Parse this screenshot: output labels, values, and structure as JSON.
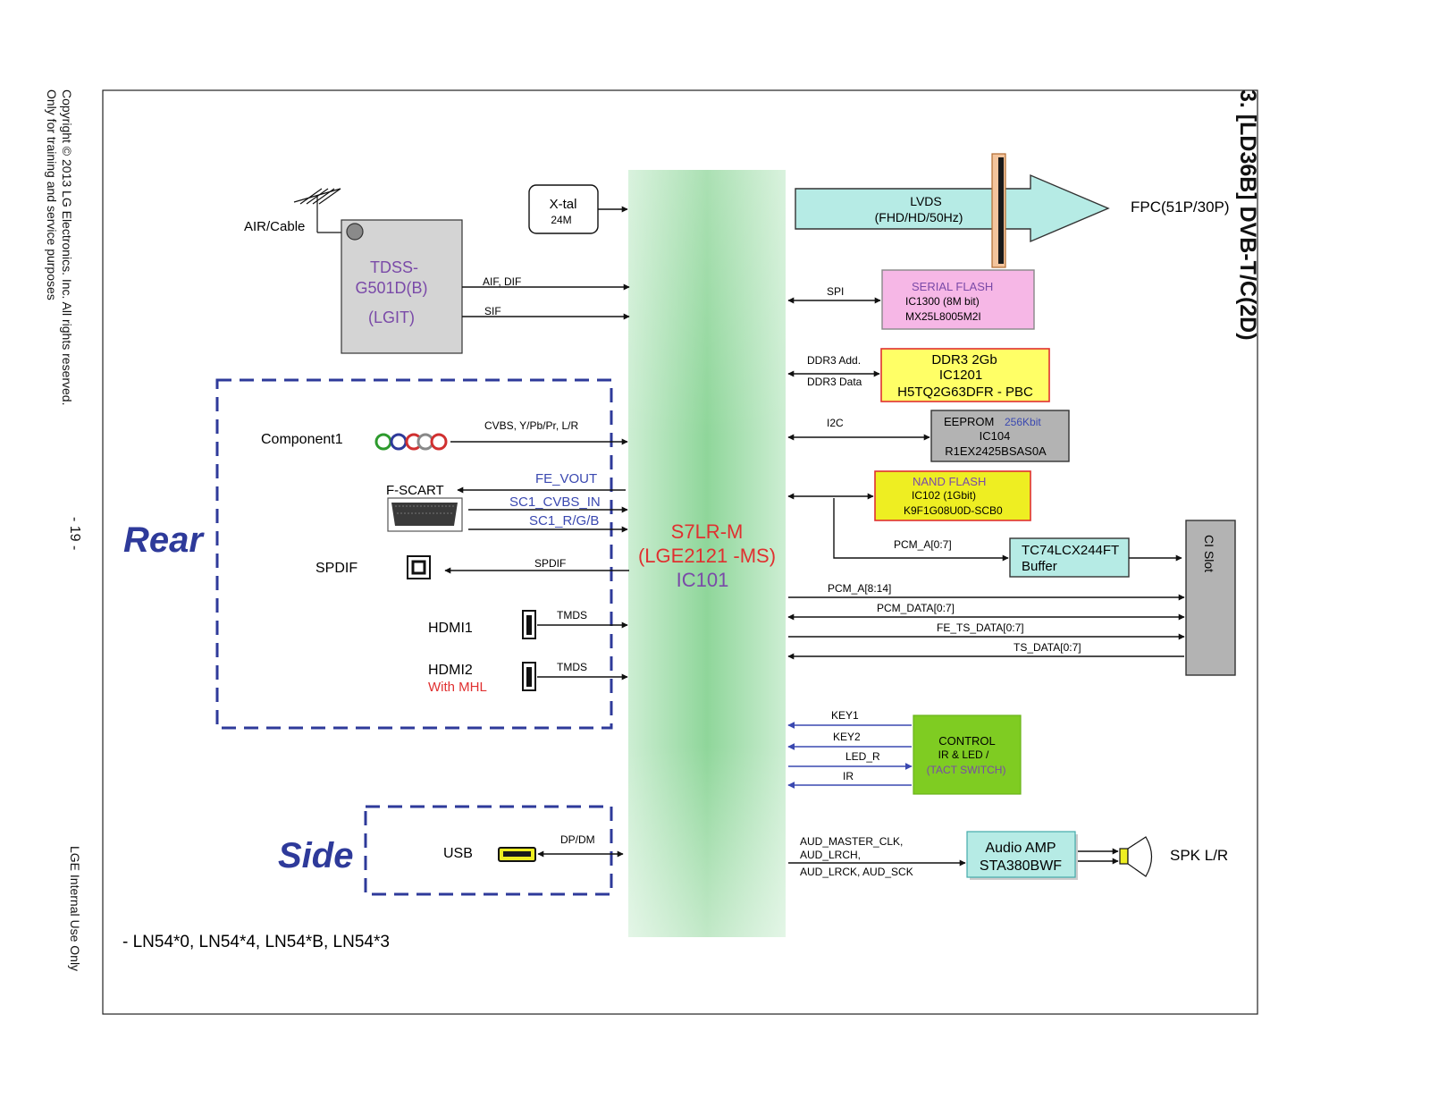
{
  "page": {
    "title": "3. [LD36B] DVB-T/C(2D)",
    "copyright_line1": "Copyright © 2013  LG Electronics. Inc. All rights reserved.",
    "copyright_line2": "Only for training and service purposes",
    "page_number": "- 19 -",
    "internal_use": "LGE Internal Use Only",
    "models_note": "- LN54*0, LN54*4, LN54*B, LN54*3"
  },
  "groups": {
    "rear": "Rear",
    "side": "Side"
  },
  "main_soc": {
    "line1": "S7LR-M",
    "line2": "(LGE2121 -MS)",
    "line3": "IC101"
  },
  "tuner": {
    "antenna_label": "AIR/Cable",
    "line1": "TDSS-",
    "line2": "G501D(B)",
    "line3": "(LGIT)",
    "sig_aif": "AIF, DIF",
    "sig_sif": "SIF"
  },
  "xtal": {
    "line1": "X-tal",
    "line2": "24M"
  },
  "lvds": {
    "line1": "LVDS",
    "line2": "(FHD/HD/50Hz)",
    "target": "FPC(51P/30P)"
  },
  "serial_flash": {
    "bus": "SPI",
    "title": "SERIAL FLASH",
    "line2": "IC1300 (8M bit)",
    "line3": "MX25L8005M2I"
  },
  "ddr": {
    "bus1": "DDR3 Add.",
    "bus2": "DDR3 Data",
    "line1": "DDR3 2Gb",
    "line2": "IC1201",
    "line3": "H5TQ2G63DFR - PBC"
  },
  "eeprom": {
    "bus": "I2C",
    "title": "EEPROM",
    "size": "256Kbit",
    "line2": "IC104",
    "line3": "R1EX2425BSAS0A"
  },
  "nand": {
    "title": "NAND  FLASH",
    "line2": "IC102 (1Gbit)",
    "line3": "K9F1G08U0D-SCB0"
  },
  "buffer": {
    "bus": "PCM_A[0:7]",
    "line1": "TC74LCX244FT",
    "line2": "Buffer"
  },
  "ci_slot": {
    "label": "CI Slot",
    "bus1": "PCM_A[8:14]",
    "bus2": "PCM_DATA[0:7]",
    "bus3": "FE_TS_DATA[0:7]",
    "bus4": "TS_DATA[0:7]"
  },
  "rear_inputs": {
    "component_label": "Component1",
    "component_sig": "CVBS,  Y/Pb/Pr,  L/R",
    "scart_label": "F-SCART",
    "scart_sig1": "FE_VOUT",
    "scart_sig2": "SC1_CVBS_IN",
    "scart_sig3": "SC1_R/G/B",
    "spdif_label": "SPDIF",
    "spdif_sig": "SPDIF",
    "hdmi1_label": "HDMI1",
    "hdmi1_sig": "TMDS",
    "hdmi2_label": "HDMI2",
    "hdmi2_sub": "With MHL",
    "hdmi2_sig": "TMDS"
  },
  "side_inputs": {
    "usb_label": "USB",
    "usb_sig": "DP/DM"
  },
  "control": {
    "sig1": "KEY1",
    "sig2": "KEY2",
    "sig3": "LED_R",
    "sig4": "IR",
    "line1": "CONTROL",
    "line2": "IR & LED /",
    "line3": "(TACT SWITCH)"
  },
  "audio": {
    "sig1": "AUD_MASTER_CLK,",
    "sig2": "AUD_LRCH,",
    "sig3": "AUD_LRCK,  AUD_SCK",
    "line1": "Audio  AMP",
    "line2": "STA380BWF",
    "speaker": "SPK L/R"
  },
  "colors": {
    "soc_green": "#8fd69a",
    "tuner_gray": "#d4d4d4",
    "lvds_cyan": "#b6ebe5",
    "serial_flash_pink": "#f6b7e6",
    "ddr_yellow": "#ffff66",
    "eeprom_gray": "#b3b3b3",
    "nand_yellow": "#eeee22",
    "control_green": "#7fcc22",
    "dashed_blue": "#2e3a9a",
    "label_red": "#e03030",
    "label_purple": "#7a4aa8"
  }
}
